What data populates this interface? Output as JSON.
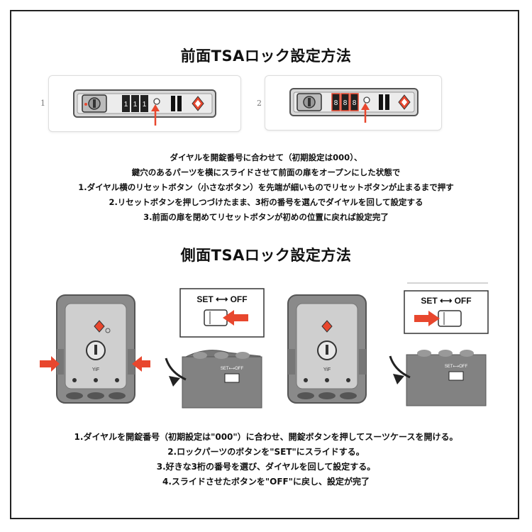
{
  "front": {
    "title": "前面TSAロック設定方法",
    "steps": [
      {
        "num": "1",
        "dials": [
          "1",
          "1",
          "1"
        ]
      },
      {
        "num": "2",
        "dials": [
          "8",
          "8",
          "8"
        ]
      }
    ],
    "lines": [
      "ダイヤルを開錠番号に合わせて（初期設定は000）、",
      "鍵穴のあるパーツを横にスライドさせて前面の扉をオープンにした状態で",
      "1.ダイヤル横のリセットボタン（小さなボタン）を先端が細いものでリセットボタンが止まるまで押す",
      "2.リセットボタンを押しつづけたまま、3桁の番号を選んでダイヤルを回して設定する",
      "3.前面の扉を閉めてリセットボタンが初めの位置に戻れば設定完了"
    ]
  },
  "side": {
    "title": "側面TSAロック設定方法",
    "brand_mark": "YiF",
    "slider_caption": "SET ⟷ OFF",
    "slider_caption_small": "SET⟷OFF",
    "lines": [
      "1.ダイヤルを開錠番号（初期設定は\"000\"）に合わせ、開錠ボタンを押してスーツケースを開ける。",
      "2.ロックパーツのボタンを\"SET\"にスライドする。",
      "3.好きな3桁の番号を選び、ダイヤルを回して設定する。",
      "4.スライドさせたボタンを\"OFF\"に戻し、設定が完了"
    ]
  },
  "colors": {
    "accent_red": "#e8472e",
    "lock_gray": "#8a8a8a",
    "dark": "#222222"
  }
}
